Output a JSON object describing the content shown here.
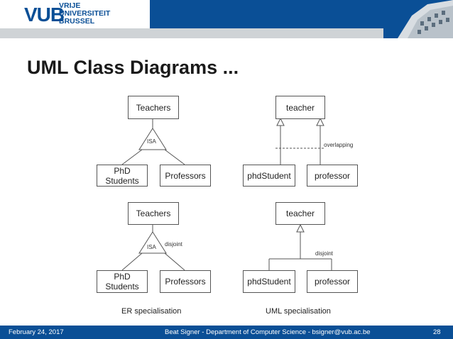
{
  "logo": {
    "mark": "VUB",
    "line1": "VRIJE",
    "line2": "UNIVERSITEIT",
    "line3": "BRUSSEL"
  },
  "slide": {
    "title": "UML Class Diagrams ..."
  },
  "er_top": {
    "parent": "Teachers",
    "isa": "ISA",
    "child1": "PhD Students",
    "child2": "Professors"
  },
  "uml_top": {
    "parent": "teacher",
    "child1": "phdStudent",
    "child2": "professor",
    "constraint": "overlapping"
  },
  "er_bottom": {
    "parent": "Teachers",
    "isa": "ISA",
    "constraint": "disjoint",
    "child1": "PhD Students",
    "child2": "Professors"
  },
  "uml_bottom": {
    "parent": "teacher",
    "constraint": "disjoint",
    "child1": "phdStudent",
    "child2": "professor"
  },
  "captions": {
    "er": "ER specialisation",
    "uml": "UML specialisation"
  },
  "footer": {
    "date": "February 24, 2017",
    "author": "Beat Signer - Department of Computer Science - bsigner@vub.ac.be",
    "page": "28"
  },
  "colors": {
    "brand_blue": "#0a4f96",
    "band_grey": "#cfd3d6"
  }
}
